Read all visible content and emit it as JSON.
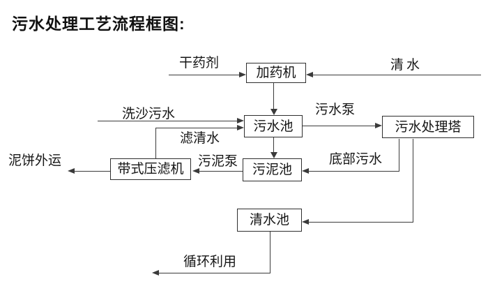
{
  "title": "污水处理工艺流程框图:",
  "nodes": {
    "dosing_machine": "加药机",
    "sewage_pool": "污水池",
    "treatment_tower": "污水处理塔",
    "sludge_pool": "污泥池",
    "belt_filter_press": "带式压滤机",
    "clean_water_pool": "清水池"
  },
  "flows": {
    "dry_chemical": "干药剂",
    "clean_water": "清水",
    "sand_wash_sewage": "洗沙污水",
    "filtered_water": "滤清水",
    "sewage_pump": "污水泵",
    "bottom_sewage": "底部污水",
    "sludge_pump": "污泥泵",
    "mud_cake_outbound": "泥饼外运",
    "recycle_use": "循环利用"
  },
  "colors": {
    "background": "#ffffff",
    "line": "#3a3a3a",
    "box_border": "#2e2e2e",
    "text": "#141414"
  }
}
